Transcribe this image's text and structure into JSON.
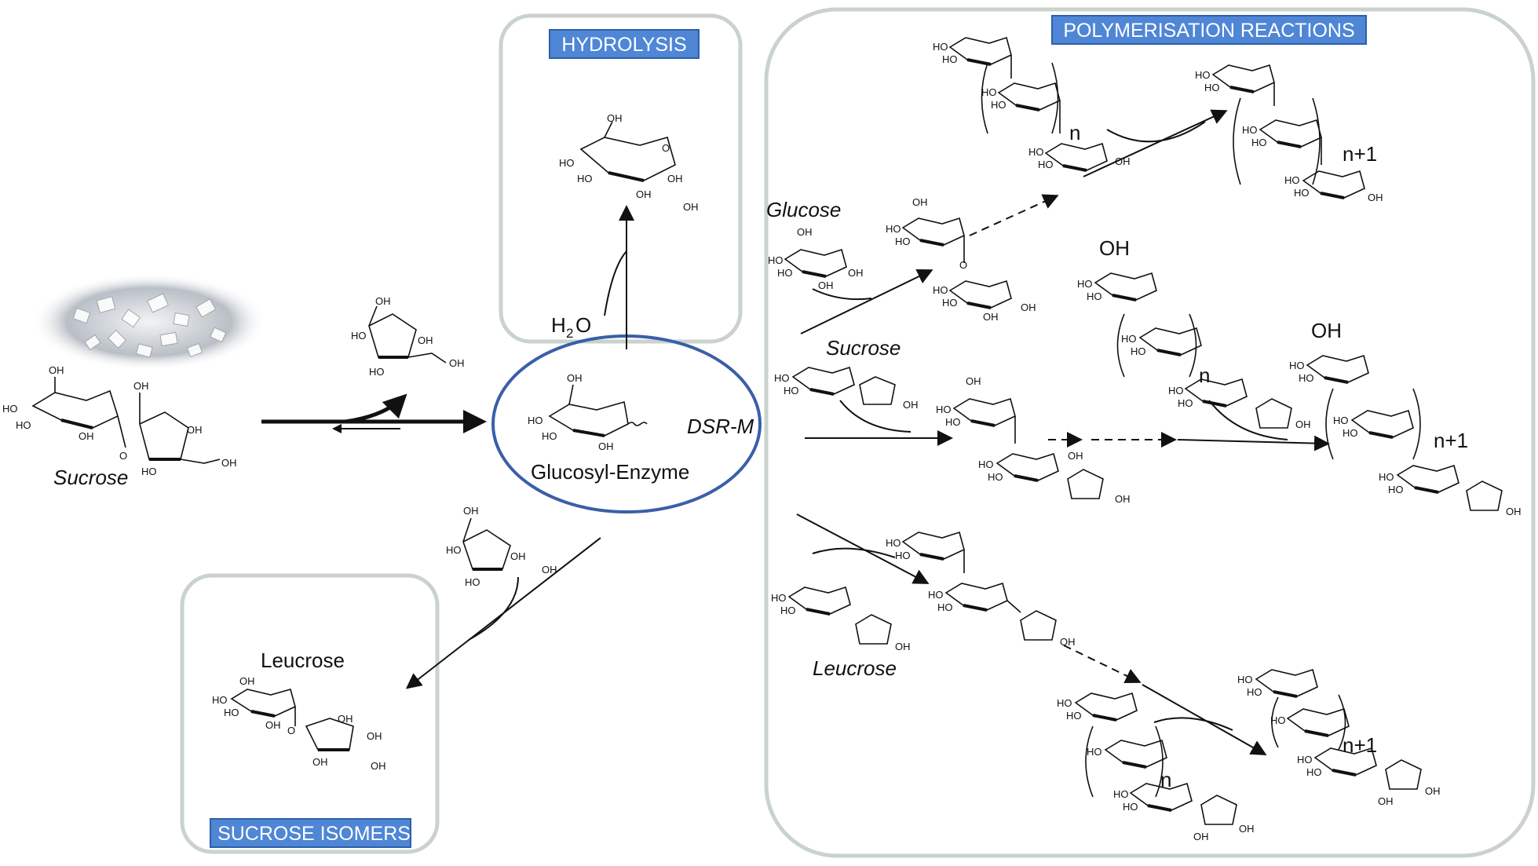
{
  "headers": {
    "hydrolysis": "HYDROLYSIS",
    "polymerisation": "POLYMERISATION REACTIONS",
    "isomers": "SUCROSE ISOMERS"
  },
  "labels": {
    "sucrose": "Sucrose",
    "glucosyl_enzyme": "Glucosyl-Enzyme",
    "enzyme": "DSR-M",
    "water": "H",
    "water_sub": "2",
    "water_o": "O",
    "leucrose_isomer": "Leucrose",
    "acceptor_glucose": "Glucose",
    "acceptor_sucrose": "Sucrose",
    "acceptor_leucrose": "Leucrose",
    "repeat_n": "n",
    "repeat_n1": "n+1",
    "oh_big": "OH"
  },
  "chem": {
    "oh": "OH",
    "ho": "HO",
    "o": "O"
  },
  "colors": {
    "header_fill": "#4f86d6",
    "box_border": "#c9d2cc",
    "enzyme_ring": "#3a5fa8"
  }
}
